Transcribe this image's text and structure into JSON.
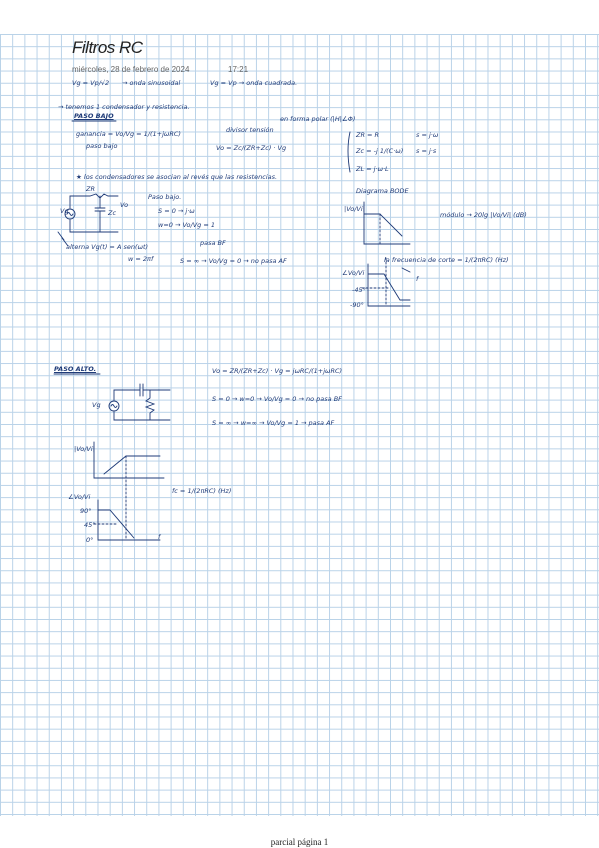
{
  "page": {
    "title": "Filtros RC",
    "date": "miércoles, 28 de febrero de 2024",
    "time": "17:21",
    "footer": "parcial página 1"
  },
  "notes": {
    "line1a": "Vg = Vp/√2",
    "line1b": "→ onda sinusoidal",
    "line1c": "Vg = Vp → onda cuadrada.",
    "line2": "→ tenemos 1 condensador y resistencia.",
    "paso_bajo": "PASO BAJO",
    "ganancia": "ganancia = Vo/Vg = 1/(1+jωRC)",
    "paso_bajo_label": "paso bajo",
    "divisor": "divisor tensión",
    "vo_eq": "Vo = Zc/(ZR+Zc) · Vg",
    "fasor_polar": "en forma polar (|H|∠Φ)",
    "zr": "ZR = R",
    "zc1": "Zc = -j 1/(C·ω)",
    "zl": "ZL = j·ω·L",
    "s_eq": "s = j·ω",
    "s_eq2": "s = j·s",
    "condensadores_nota": "★ los condensadores se asocian al revés que las resistencias.",
    "pb_title": "Paso bajo.",
    "pb_s0": "S = 0 → j·ω",
    "pb_w0": "w=0 → Vo/Vg = 1",
    "pasa_bf": "pasa BF",
    "alterna": "alterna Vg(t) = A sen(ωt)",
    "w_eq": "w = 2πf",
    "pb_inf": "S = ∞ → Vo/Vg = 0 → no pasa AF",
    "diagrama_bode": "Diagrama BODE",
    "modulo": "módulo → 20lg |Vo/Vi| (dB)",
    "frecuencia_corte": "la frecuencia de corte = 1/(2πRC) (Hz)",
    "paso_alto": "PASO ALTO.",
    "pa_vo": "Vo = ZR/(ZR+Zc) · Vg = jωRC/(1+jωRC)",
    "pa_s0": "S = 0 → w=0 → Vo/Vg = 0 → no pasa BF",
    "pa_inf": "S = ∞ → w=∞ → Vo/Vg = 1 → pasa AF",
    "pa_fc": "fc = 1/(2πRC) (Hz)",
    "angle_45": "-45°",
    "angle_90": "-90°",
    "angle_0": "0°",
    "angle_p45": "45°",
    "angle_p90": "90°",
    "f_axis": "f",
    "mod_axis": "|Vo/Vi|",
    "ang_axis": "∠Vo/Vi",
    "vo_label": "Vo",
    "vg_label": "Vg",
    "zr_label": "ZR",
    "zc_label": "Zc",
    "plus": "+",
    "minus": "-"
  },
  "colors": {
    "ink": "#1f3b78",
    "grid": "#b9d2e8"
  }
}
